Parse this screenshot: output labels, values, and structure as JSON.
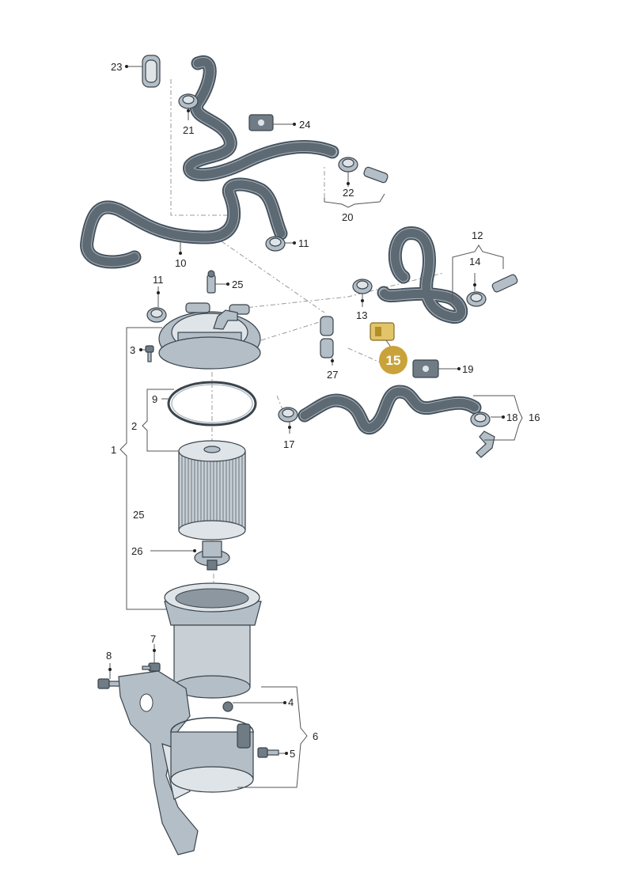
{
  "labels": {
    "l1": "1",
    "l2": "2",
    "l3": "3",
    "l4": "4",
    "l5": "5",
    "l6": "6",
    "l7": "7",
    "l8": "8",
    "l9": "9",
    "l10": "10",
    "l11a": "11",
    "l11b": "11",
    "l12": "12",
    "l13": "13",
    "l14": "14",
    "l15": "15",
    "l16": "16",
    "l17": "17",
    "l18": "18",
    "l19": "19",
    "l20": "20",
    "l21": "21",
    "l22": "22",
    "l23": "23",
    "l24": "24",
    "l25a": "25",
    "l25b": "25",
    "l26": "26",
    "l27": "27"
  },
  "highlight": {
    "part": "15",
    "color": "#c9a33a"
  },
  "colors": {
    "hose": "#46535e",
    "metal": "#b4bec6",
    "line": "#555555"
  }
}
